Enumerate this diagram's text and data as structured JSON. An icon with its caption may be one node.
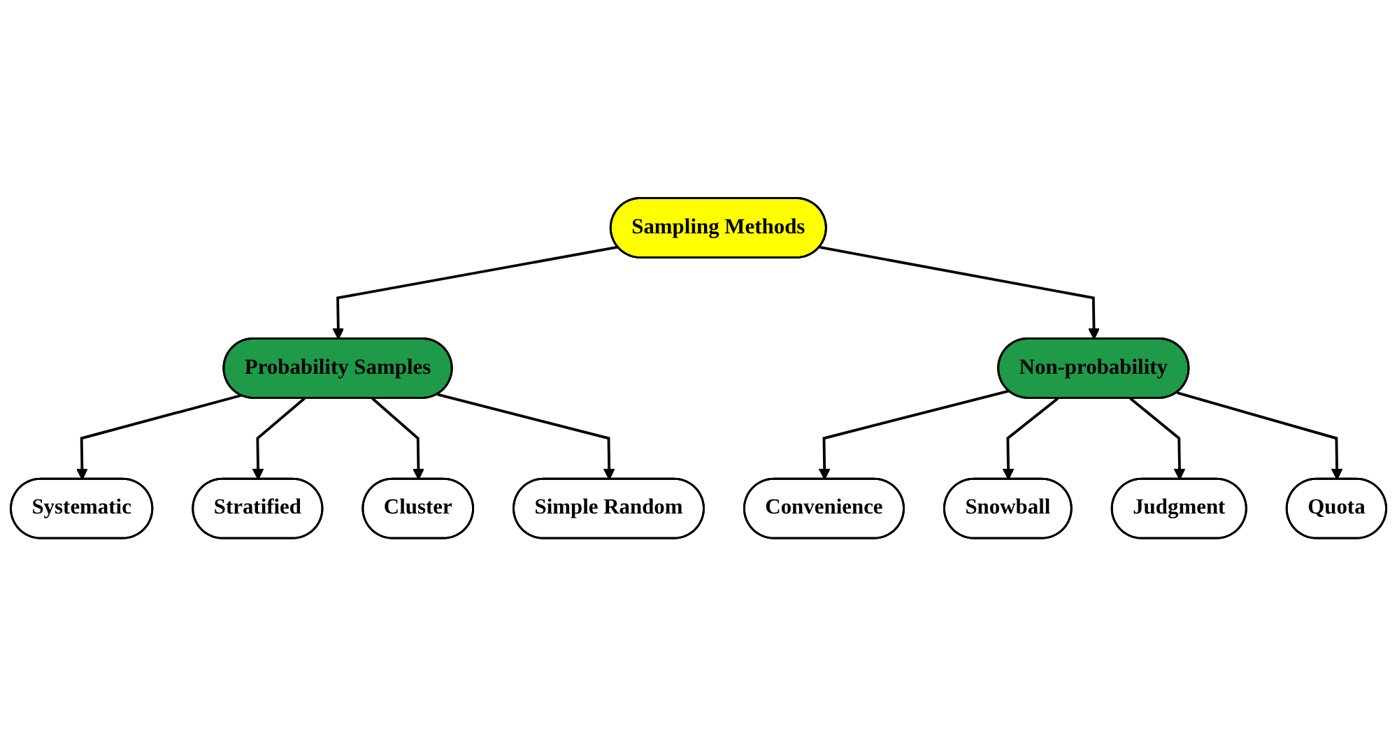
{
  "diagram": {
    "nodes": [
      {
        "text": [
          "Sampling Methods"
        ]
      },
      {
        "text": [
          "Probability Samples"
        ]
      },
      {
        "text": [
          "Non-probability"
        ]
      },
      {
        "text": [
          "Systematic"
        ]
      },
      {
        "text": [
          "Stratified"
        ]
      },
      {
        "text": [
          "Cluster"
        ]
      },
      {
        "text": [
          "Simple Random"
        ]
      },
      {
        "text": [
          "Convenience"
        ]
      },
      {
        "text": [
          "Snowball"
        ]
      },
      {
        "text": [
          "Judgment"
        ]
      },
      {
        "text": [
          "Quota"
        ]
      }
    ],
    "edges": [
      {
        "from": 0,
        "to": 1,
        "arrow": "to"
      },
      {
        "from": 0,
        "to": 2,
        "arrow": "to"
      },
      {
        "from": 1,
        "to": 3,
        "arrow": "to"
      },
      {
        "from": 1,
        "to": 4,
        "arrow": "to"
      },
      {
        "from": 1,
        "to": 5,
        "arrow": "to"
      },
      {
        "from": 1,
        "to": 6,
        "arrow": "to"
      },
      {
        "from": 2,
        "to": 7,
        "arrow": "to"
      },
      {
        "from": 2,
        "to": 8,
        "arrow": "to"
      },
      {
        "from": 2,
        "to": 9,
        "arrow": "to"
      },
      {
        "from": 2,
        "to": 10,
        "arrow": "to"
      }
    ]
  }
}
